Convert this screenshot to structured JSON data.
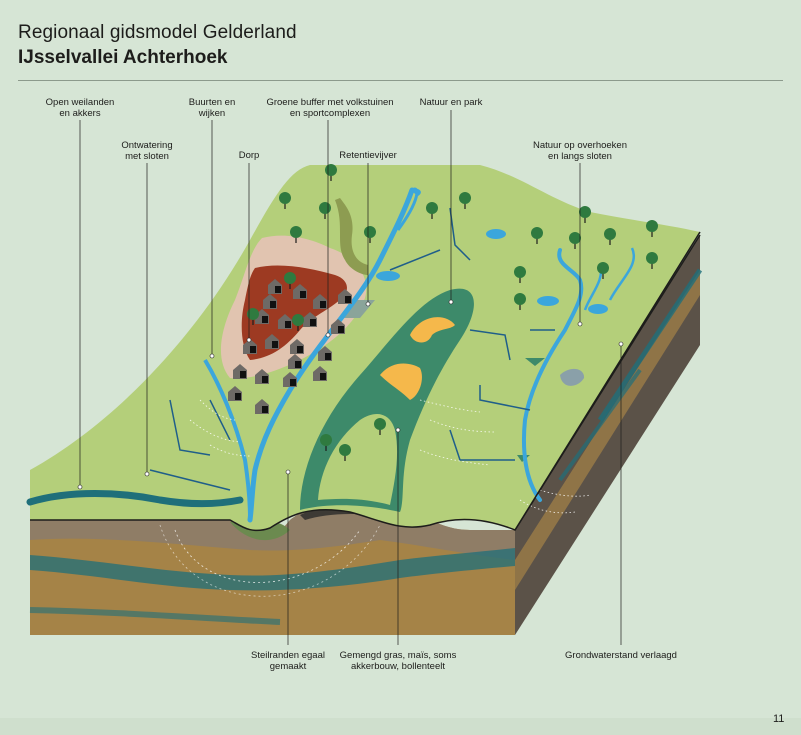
{
  "header": {
    "title": "Regionaal gidsmodel Gelderland",
    "subtitle": "IJsselvallei Achterhoek"
  },
  "labels": {
    "open_weilanden": "Open weilanden\nen akkers",
    "ontwatering": "Ontwatering\nmet sloten",
    "buurten": "Buurten en\nwijken",
    "dorp": "Dorp",
    "groene_buffer": "Groene buffer met volkstuinen\nen sportcomplexen",
    "retentievijver": "Retentievijver",
    "natuur_park": "Natuur en park",
    "natuur_overhoeken": "Natuur op overhoeken\nen langs sloten",
    "steilranden": "Steilranden egaal\ngemaakt",
    "gemengd_gras": "Gemengd gras, maïs, soms\nakkerbouw, bollenteelt",
    "grondwaterstand": "Grondwaterstand verlaagd"
  },
  "page_number": "11",
  "colors": {
    "background": "#d6e5d5",
    "grass": "#b4cf7a",
    "dark_green": "#3d8a6a",
    "water": "#3ba6dc",
    "soil": "#a58347",
    "soil_dark": "#3d3a35",
    "village": "#9d3a22",
    "village_buffer": "#e1c4b0",
    "nature_yellow": "#f5b84b"
  }
}
